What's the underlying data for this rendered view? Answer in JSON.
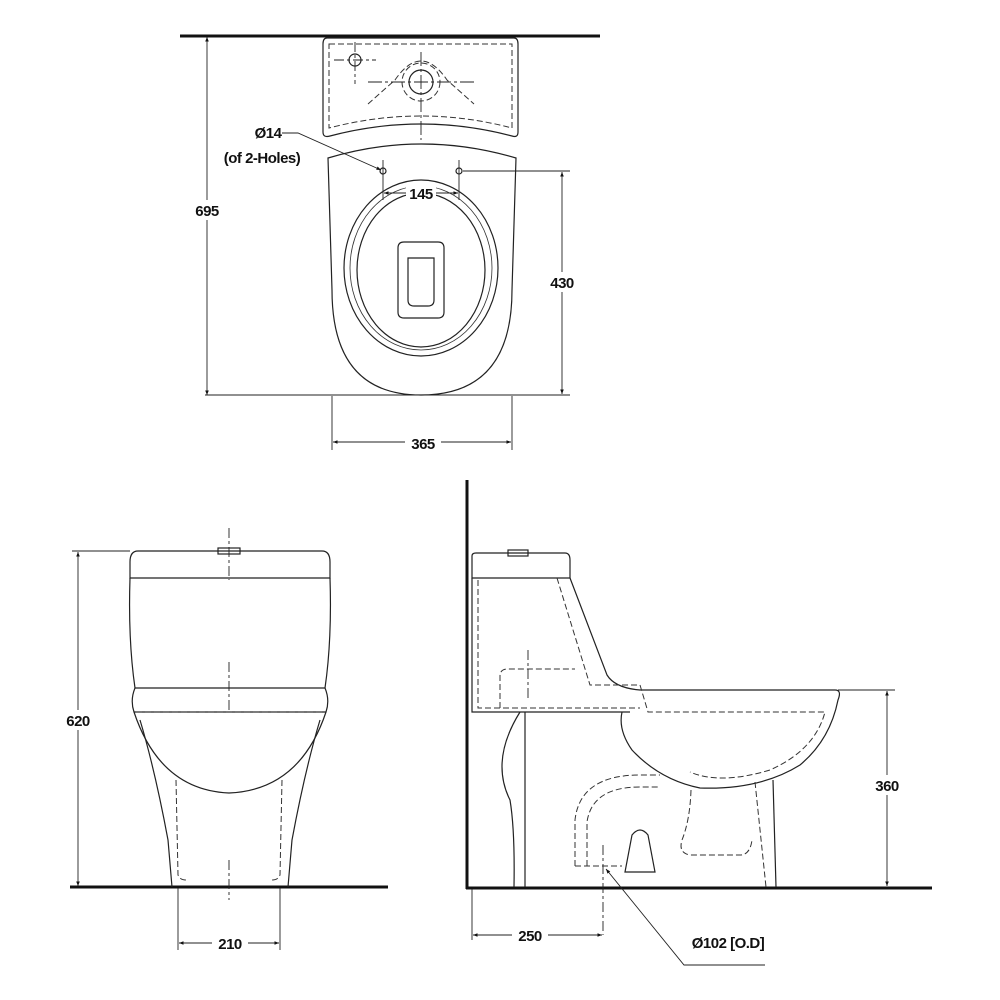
{
  "drawing": {
    "top_view": {
      "overall_length": "695",
      "bowl_length": "430",
      "width": "365",
      "hole_spacing": "145",
      "hole_diameter": "Ø14",
      "hole_note": "(of 2-Holes)"
    },
    "front_view": {
      "height": "620",
      "base_width": "210"
    },
    "side_view": {
      "seat_height": "360",
      "rough_in": "250",
      "outlet": "Ø102 [O.D]"
    }
  }
}
